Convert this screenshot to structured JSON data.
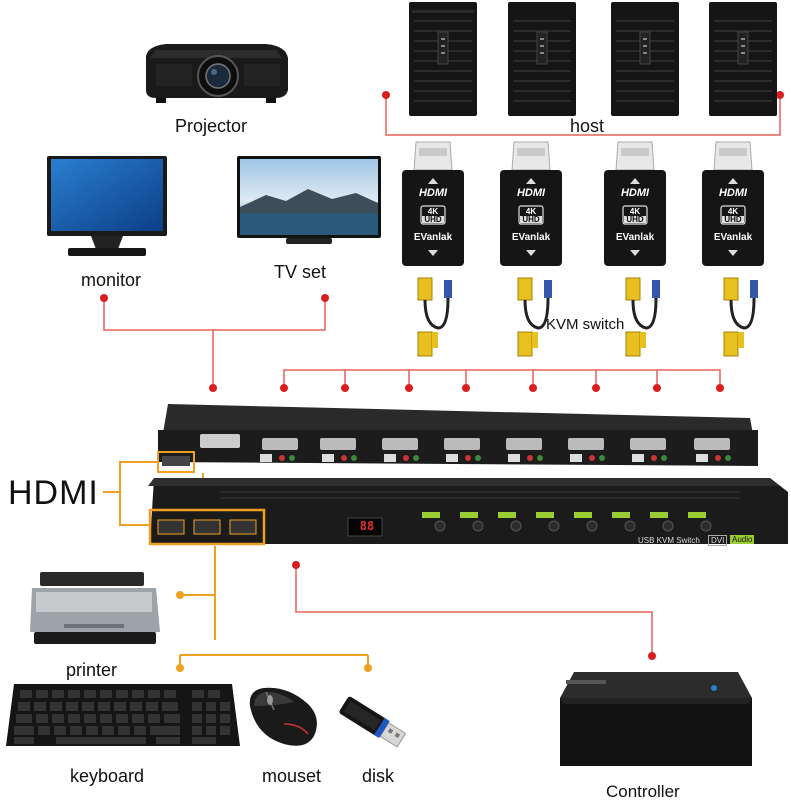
{
  "labels": {
    "projector": "Projector",
    "host": "host",
    "monitor": "monitor",
    "tv_set": "TV set",
    "kvm_switch": "KVM switch",
    "hdmi": "HDMI",
    "printer": "printer",
    "keyboard": "keyboard",
    "mouse": "mouset",
    "disk": "disk",
    "controller": "Controller"
  },
  "adapter": {
    "brand": "EVanlak",
    "hdmi_text": "HDMI",
    "res_top": "4K",
    "res_bottom": "UHD"
  },
  "device": {
    "front_label": "USB KVM Switch",
    "badge1": "DVI",
    "badge2": "Audio",
    "display_digits": "88"
  },
  "colors": {
    "red_line": "#e0413a",
    "red_dot": "#d81e1e",
    "orange": "#f0a020",
    "panel": "#1b1b1b"
  }
}
